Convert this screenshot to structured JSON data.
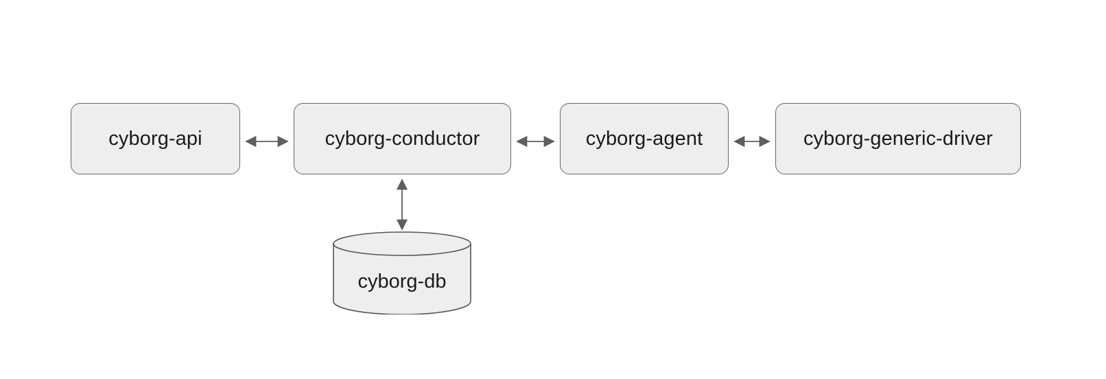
{
  "diagram": {
    "type": "architecture-block-diagram",
    "background_color": "#ffffff",
    "node_fill": "#eeeeee",
    "node_stroke": "#666666",
    "connector_color": "#5e5e5e",
    "text_color": "#1a1a1a",
    "nodes": [
      {
        "id": "cyborg-api",
        "label": "cyborg-api",
        "shape": "rounded-rectangle"
      },
      {
        "id": "cyborg-conductor",
        "label": "cyborg-conductor",
        "shape": "rounded-rectangle"
      },
      {
        "id": "cyborg-agent",
        "label": "cyborg-agent",
        "shape": "rounded-rectangle"
      },
      {
        "id": "cyborg-generic-driver",
        "label": "cyborg-generic-driver",
        "shape": "rounded-rectangle"
      },
      {
        "id": "cyborg-db",
        "label": "cyborg-db",
        "shape": "cylinder"
      }
    ],
    "edges": [
      {
        "from": "cyborg-api",
        "to": "cyborg-conductor",
        "arrow": "double",
        "orientation": "horizontal"
      },
      {
        "from": "cyborg-conductor",
        "to": "cyborg-agent",
        "arrow": "double",
        "orientation": "horizontal"
      },
      {
        "from": "cyborg-agent",
        "to": "cyborg-generic-driver",
        "arrow": "double",
        "orientation": "horizontal"
      },
      {
        "from": "cyborg-conductor",
        "to": "cyborg-db",
        "arrow": "double",
        "orientation": "vertical"
      }
    ]
  }
}
